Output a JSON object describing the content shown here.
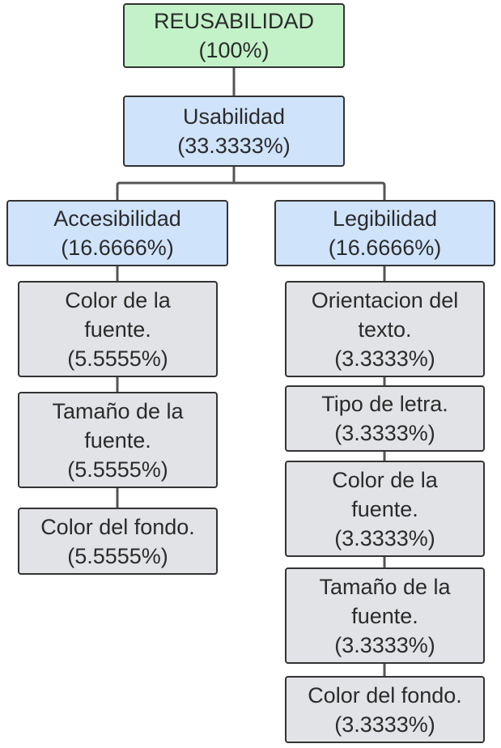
{
  "root": {
    "line1": "REUSABILIDAD",
    "line2": "(100%)",
    "color": "#c3f2c8"
  },
  "level1": {
    "line1": "Usabilidad",
    "line2": "(33.3333%)",
    "color": "#cfe3fb"
  },
  "level2": [
    {
      "line1": "Accesibilidad",
      "line2": "(16.6666%)"
    },
    {
      "line1": "Legibilidad",
      "line2": "(16.6666%)"
    }
  ],
  "accesibilidad_items": [
    {
      "line1": "Color de la",
      "line2": "fuente.",
      "line3": "(5.5555%)"
    },
    {
      "line1": "Tamaño de la",
      "line2": "fuente.",
      "line3": "(5.5555%)"
    },
    {
      "line1": "Color del fondo.",
      "line2": "(5.5555%)"
    }
  ],
  "legibilidad_items": [
    {
      "line1": "Orientacion del",
      "line2": "texto.",
      "line3": "(3.3333%)"
    },
    {
      "line1": "Tipo de letra.",
      "line2": "(3.3333%)"
    },
    {
      "line1": "Color de la",
      "line2": "fuente.",
      "line3": "(3.3333%)"
    },
    {
      "line1": "Tamaño de la",
      "line2": "fuente.",
      "line3": "(3.3333%)"
    },
    {
      "line1": "Color del fondo.",
      "line2": "(3.3333%)"
    }
  ],
  "colors": {
    "leaf": "#e2e3e6",
    "connector": "#555555"
  }
}
